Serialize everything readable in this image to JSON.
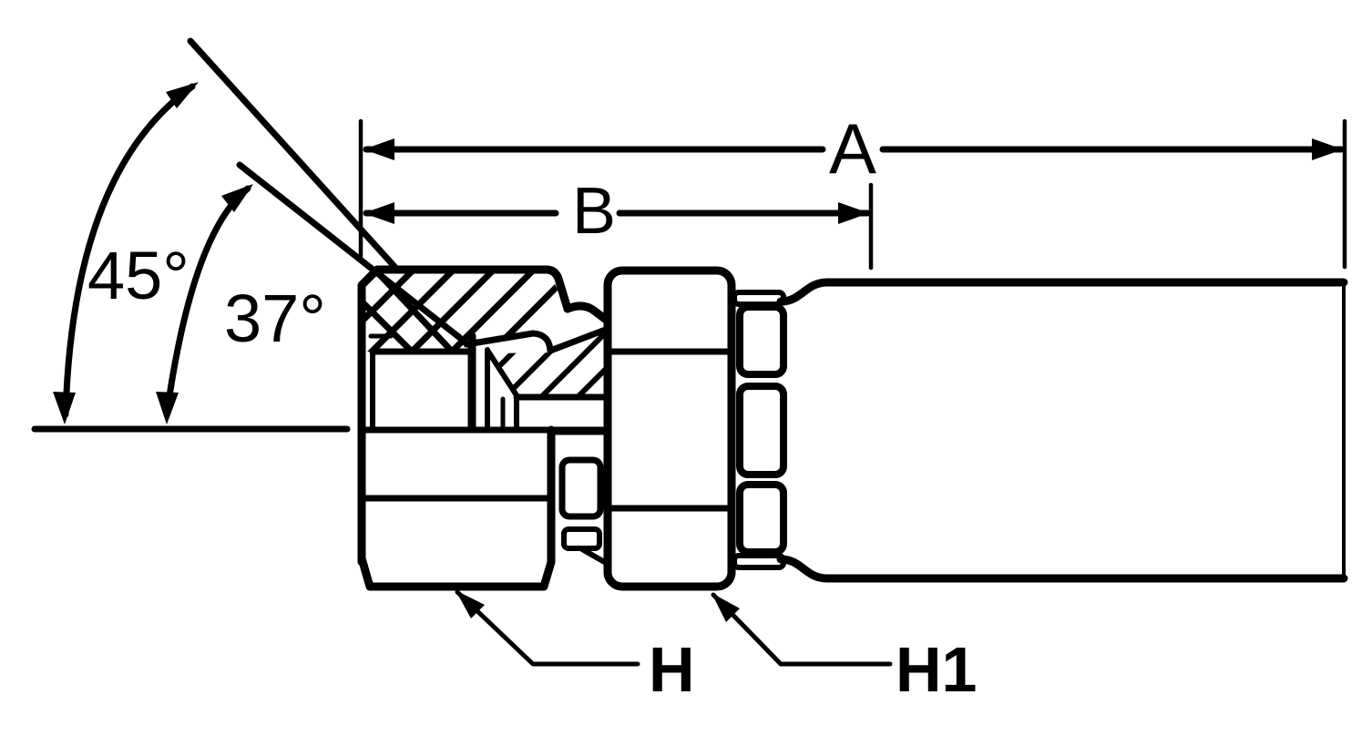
{
  "drawing": {
    "description": "Cross-section technical drawing of a female swivel hydraulic hose fitting with crimp collar and hose",
    "colors": {
      "background": "#ffffff",
      "ink": "#000000"
    },
    "dimension_labels": {
      "overall_length": "A",
      "cutoff_length": "B",
      "nut_hex": "H",
      "body_hex": "H1"
    },
    "angle_labels": {
      "outer_seat": "45°",
      "flare_seat": "37°"
    }
  }
}
